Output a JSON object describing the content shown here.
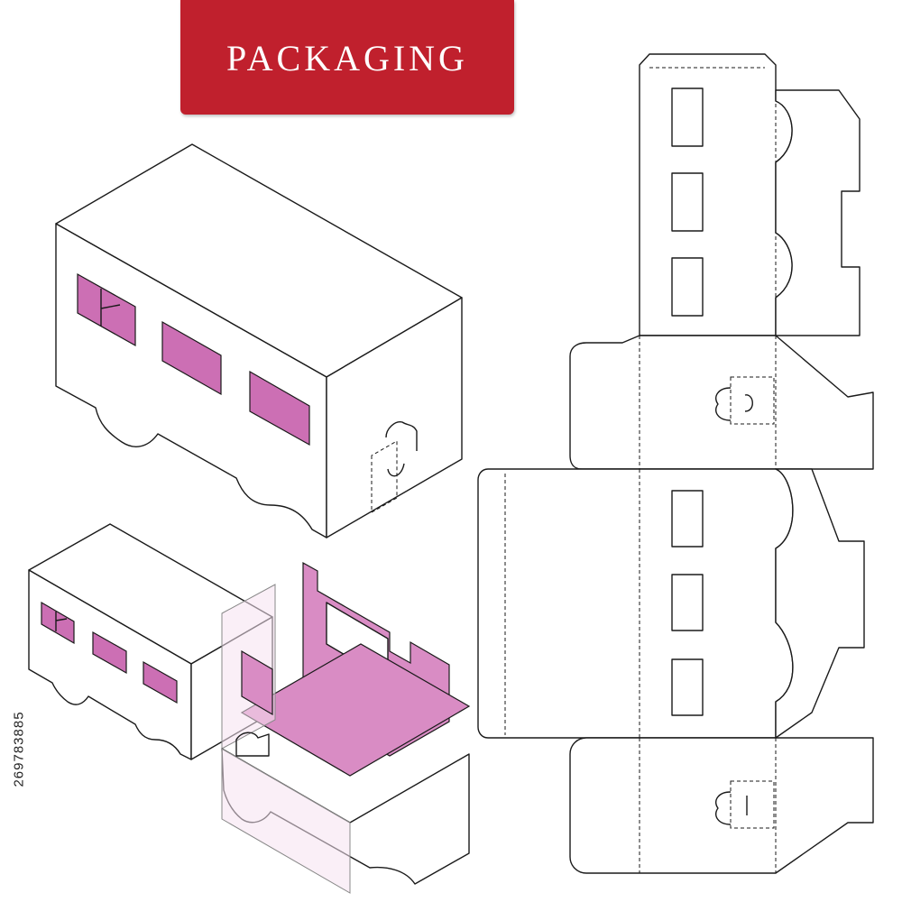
{
  "header": {
    "title": "PACKAGING"
  },
  "stock_id": "269783885",
  "colors": {
    "banner": "#c0202d",
    "window_fill": "#cc6fb4",
    "interior_fill": "#d98cc4",
    "line": "#1a1a1a"
  },
  "icons": {
    "bus_box_closed": "closed-bus-box-illustration",
    "bus_box_open": "open-bus-box-illustration",
    "dieline": "box-dieline-template"
  }
}
